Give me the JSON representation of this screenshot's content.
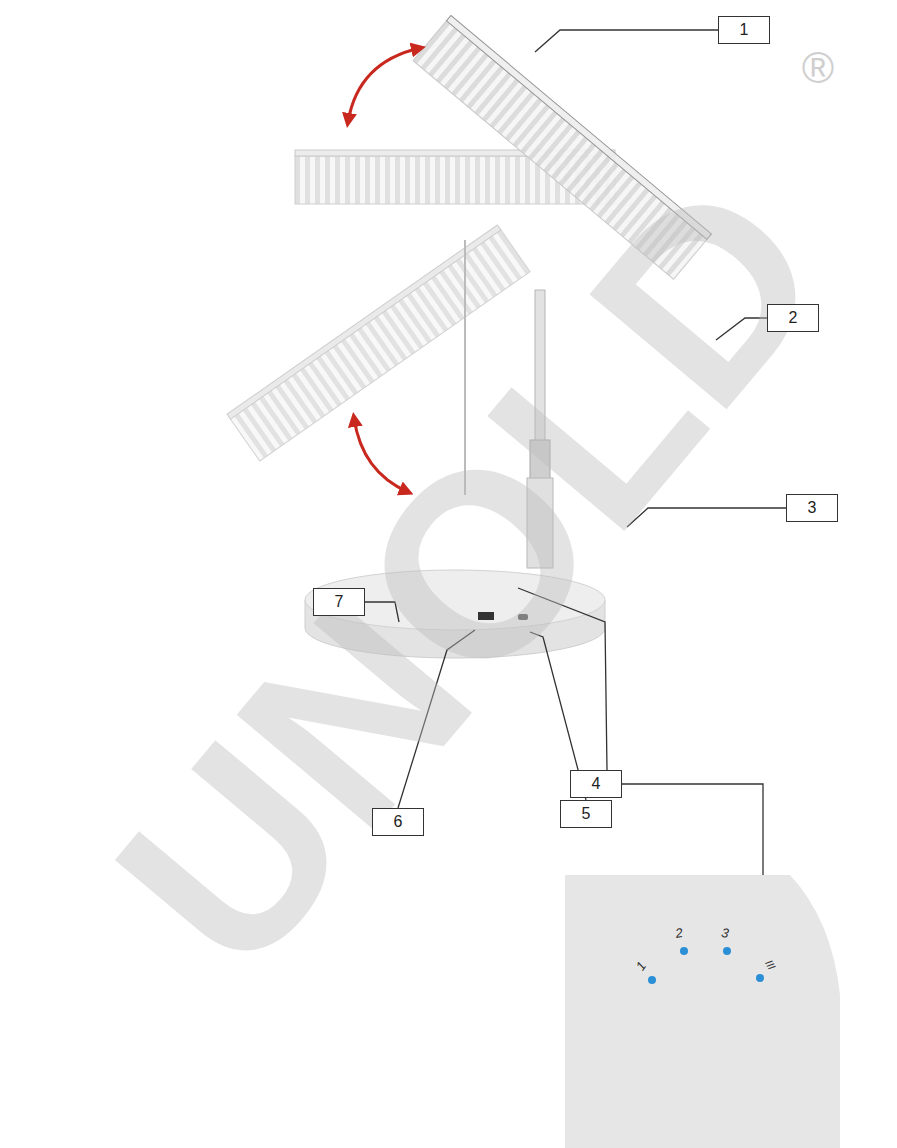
{
  "diagram": {
    "nodes": [
      {
        "text": [
          "1"
        ]
      },
      {
        "text": [
          "2"
        ]
      },
      {
        "text": [
          "3"
        ]
      },
      {
        "text": [
          "7"
        ]
      },
      {
        "text": [
          "4"
        ]
      },
      {
        "text": [
          "5"
        ]
      },
      {
        "text": [
          "6"
        ]
      }
    ],
    "labels": [
      "UNOLD",
      "®",
      "1",
      "2",
      "3",
      "III"
    ]
  }
}
